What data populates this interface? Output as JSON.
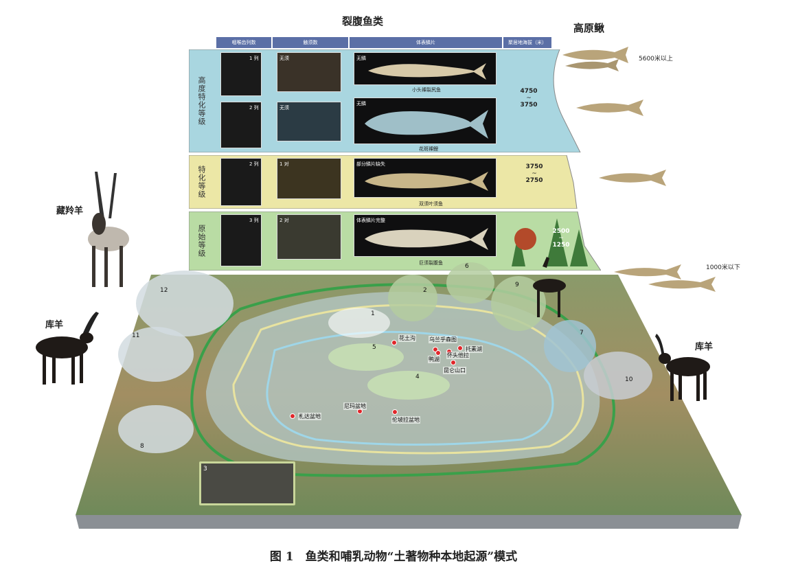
{
  "header": {
    "schizothoracine_title": "裂腹鱼类",
    "loach_title": "高原鳅"
  },
  "table": {
    "columns": [
      "咽喉齿列数",
      "触须数",
      "体表鳞片",
      "聚居地海拔（米）"
    ],
    "rows": [
      {
        "label": "高度特化等级",
        "color": "#a9d6e0",
        "subrows": [
          {
            "teeth": "1 列",
            "barbel": "无须",
            "scale": "无鳞",
            "species": "小头裸裂尻鱼"
          },
          {
            "teeth": "2 列",
            "barbel": "无须",
            "scale": "无鳞",
            "species": "花斑裸鲤"
          }
        ]
      },
      {
        "label": "特化等级",
        "color": "#ece7a6",
        "subrows": [
          {
            "teeth": "2 列",
            "barbel": "1 对",
            "scale": "部分鳞片缺失",
            "species": "双须叶须鱼"
          }
        ]
      },
      {
        "label": "原始等级",
        "color": "#b9dca4",
        "subrows": [
          {
            "teeth": "3 列",
            "barbel": "2 对",
            "scale": "体表鳞片完整",
            "species": "巨须裂腹鱼"
          }
        ]
      }
    ],
    "altitude": {
      "high": [
        "4750",
        "~",
        "3750"
      ],
      "mid": [
        "3750",
        "~",
        "2750"
      ],
      "low": [
        "2500",
        "~",
        "1250"
      ]
    }
  },
  "loach": {
    "top_label": "5600米以上",
    "bottom_label": "1000米以下"
  },
  "animals": {
    "tibetan_antelope": "藏羚羊",
    "argali_left": "库羊",
    "argali_right": "库羊"
  },
  "map": {
    "places": [
      "花土沟",
      "乌兰乎森图",
      "鸭湖",
      "怀头他拉",
      "托素湖",
      "昆仑山口",
      "尼玛盆地",
      "伦坡拉盆地",
      "札达盆地"
    ],
    "fossil_numbers": [
      "1",
      "2",
      "3",
      "4",
      "5",
      "6",
      "7",
      "8",
      "9",
      "10",
      "11",
      "12"
    ]
  },
  "figure_caption": "图 1　鱼类和哺乳动物“土著物种本地起源”模式"
}
